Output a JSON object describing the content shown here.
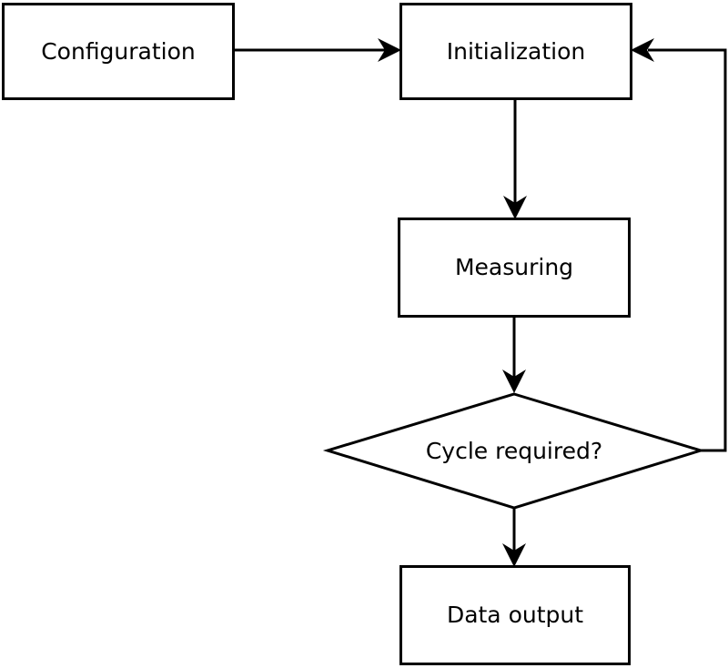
{
  "diagram": {
    "type": "flowchart",
    "background_color": "#ffffff",
    "stroke_color": "#000000",
    "node_fill_color": "#ffffff",
    "text_color": "#000000",
    "nodes": [
      {
        "id": "configuration",
        "label": "Configuration",
        "shape": "rectangle"
      },
      {
        "id": "initialization",
        "label": "Initialization",
        "shape": "rectangle"
      },
      {
        "id": "measuring",
        "label": "Measuring",
        "shape": "rectangle"
      },
      {
        "id": "cycle-required",
        "label": "Cycle required?",
        "shape": "diamond"
      },
      {
        "id": "data-output",
        "label": "Data output",
        "shape": "rectangle"
      }
    ],
    "edges": [
      {
        "from": "configuration",
        "to": "initialization",
        "direction": "right"
      },
      {
        "from": "initialization",
        "to": "measuring",
        "direction": "down"
      },
      {
        "from": "measuring",
        "to": "cycle-required",
        "direction": "down"
      },
      {
        "from": "cycle-required",
        "to": "data-output",
        "direction": "down"
      },
      {
        "from": "cycle-required",
        "to": "initialization",
        "direction": "right-then-up",
        "kind": "loop-back"
      }
    ]
  }
}
